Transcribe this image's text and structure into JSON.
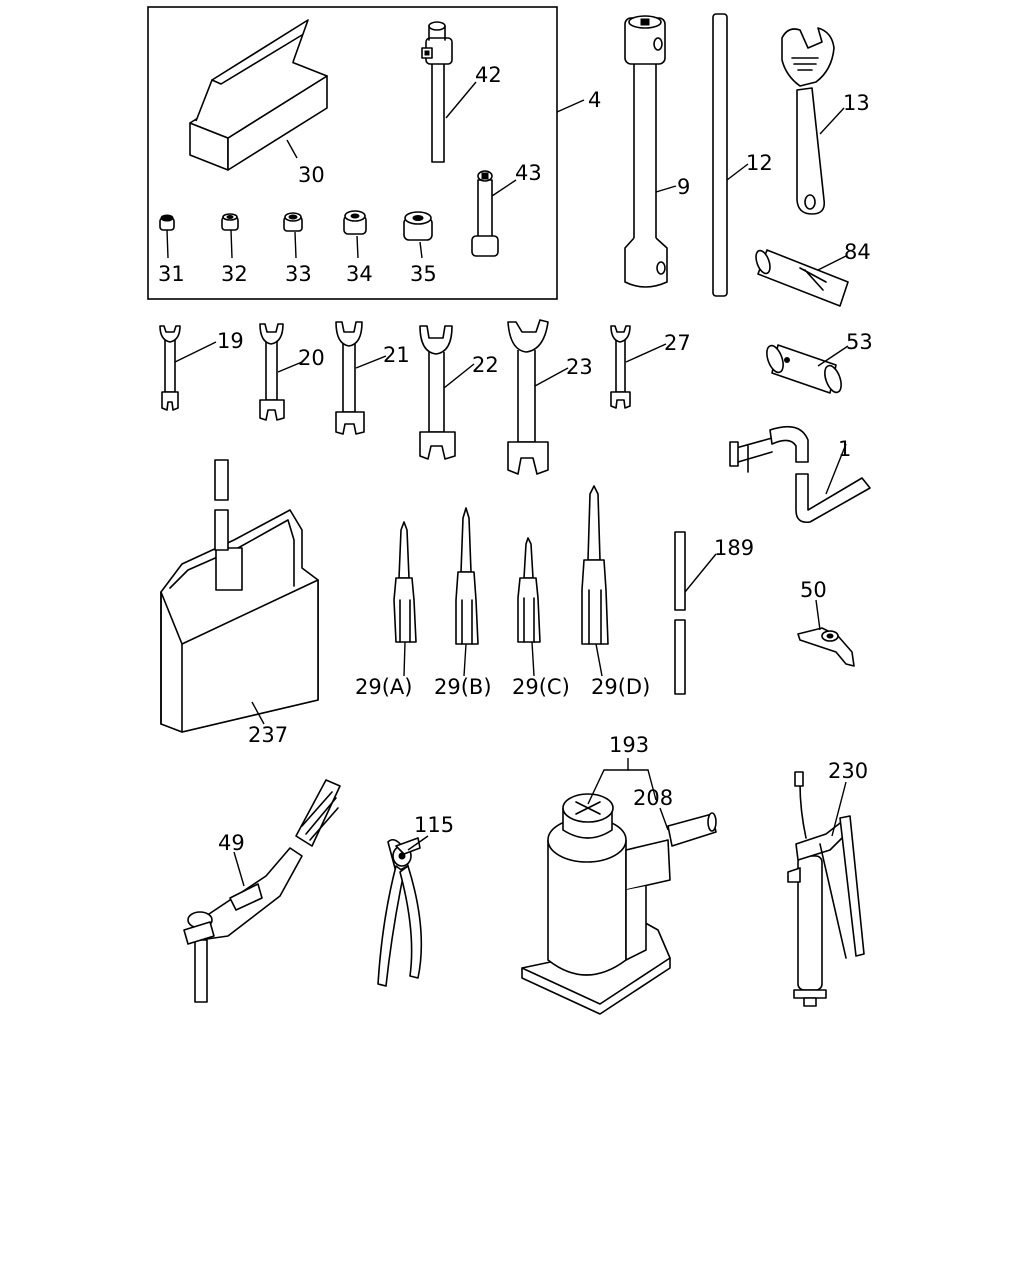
{
  "callouts": {
    "c4": "4",
    "c30": "30",
    "c42": "42",
    "c43": "43",
    "c31": "31",
    "c32": "32",
    "c33": "33",
    "c34": "34",
    "c35": "35",
    "c9": "9",
    "c12": "12",
    "c13": "13",
    "c84": "84",
    "c53": "53",
    "c1": "1",
    "c19": "19",
    "c20": "20",
    "c21": "21",
    "c22": "22",
    "c23": "23",
    "c27": "27",
    "c29a": "29(A)",
    "c29b": "29(B)",
    "c29c": "29(C)",
    "c29d": "29(D)",
    "c189": "189",
    "c50": "50",
    "c237": "237",
    "c193": "193",
    "c208": "208",
    "c230": "230",
    "c49": "49",
    "c115": "115"
  },
  "colors": {
    "line": "#000000",
    "background": "#ffffff"
  }
}
